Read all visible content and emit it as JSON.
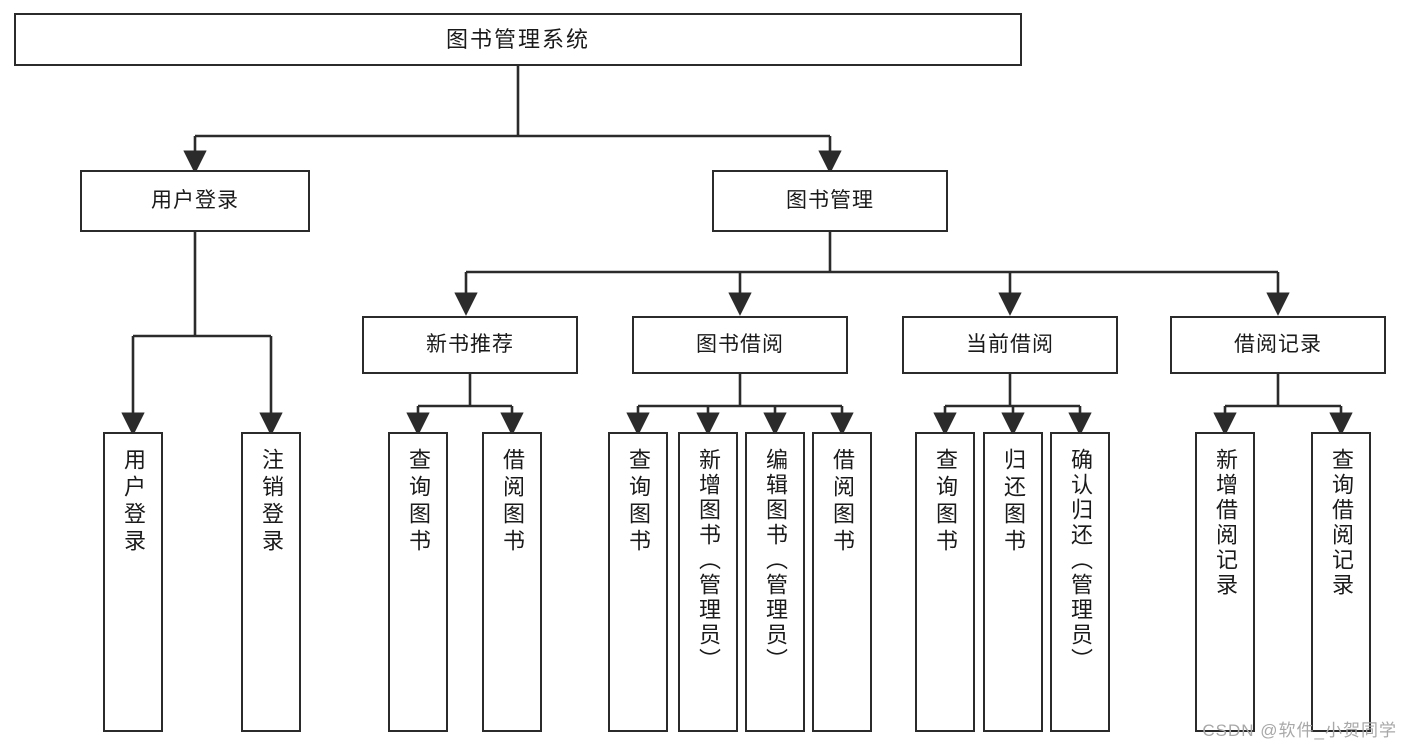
{
  "diagram": {
    "type": "tree",
    "title": "图书管理系统",
    "watermark": "CSDN @软件_小贺同学",
    "colors": {
      "stroke": "#2b2b2b",
      "fill": "#ffffff",
      "text": "#1a1a1a",
      "watermark": "#a8a8a8"
    },
    "levels": {
      "root": "图书管理系统",
      "level2": [
        "用户登录",
        "图书管理"
      ],
      "level3": [
        "新书推荐",
        "图书借阅",
        "当前借阅",
        "借阅记录"
      ]
    },
    "nodes": {
      "root": {
        "label": "图书管理系统"
      },
      "user_login": {
        "label": "用户登录"
      },
      "book_manage": {
        "label": "图书管理"
      },
      "new_book_rec": {
        "label": "新书推荐"
      },
      "book_borrow": {
        "label": "图书借阅"
      },
      "current_borrow": {
        "label": "当前借阅"
      },
      "borrow_record": {
        "label": "借阅记录"
      },
      "leaf_user_login": {
        "label": "用户登录"
      },
      "leaf_logout": {
        "label": "注销登录"
      },
      "leaf_query_book_1": {
        "label": "查询图书"
      },
      "leaf_borrow_book_1": {
        "label": "借阅图书"
      },
      "leaf_query_book_2": {
        "label": "查询图书"
      },
      "leaf_add_book_admin": {
        "label": "新增图书（管理员）"
      },
      "leaf_edit_book_admin": {
        "label": "编辑图书（管理员）"
      },
      "leaf_borrow_book_2": {
        "label": "借阅图书"
      },
      "leaf_query_book_3": {
        "label": "查询图书"
      },
      "leaf_return_book": {
        "label": "归还图书"
      },
      "leaf_confirm_return_admin": {
        "label": "确认归还（管理员）"
      },
      "leaf_add_record": {
        "label": "新增借阅记录"
      },
      "leaf_query_record": {
        "label": "查询借阅记录"
      }
    },
    "edges": [
      {
        "from": "root",
        "to": "user_login"
      },
      {
        "from": "root",
        "to": "book_manage"
      },
      {
        "from": "user_login",
        "to": "leaf_user_login"
      },
      {
        "from": "user_login",
        "to": "leaf_logout"
      },
      {
        "from": "book_manage",
        "to": "new_book_rec"
      },
      {
        "from": "book_manage",
        "to": "book_borrow"
      },
      {
        "from": "book_manage",
        "to": "current_borrow"
      },
      {
        "from": "book_manage",
        "to": "borrow_record"
      },
      {
        "from": "new_book_rec",
        "to": "leaf_query_book_1"
      },
      {
        "from": "new_book_rec",
        "to": "leaf_borrow_book_1"
      },
      {
        "from": "book_borrow",
        "to": "leaf_query_book_2"
      },
      {
        "from": "book_borrow",
        "to": "leaf_add_book_admin"
      },
      {
        "from": "book_borrow",
        "to": "leaf_edit_book_admin"
      },
      {
        "from": "book_borrow",
        "to": "leaf_borrow_book_2"
      },
      {
        "from": "current_borrow",
        "to": "leaf_query_book_3"
      },
      {
        "from": "current_borrow",
        "to": "leaf_return_book"
      },
      {
        "from": "current_borrow",
        "to": "leaf_confirm_return_admin"
      },
      {
        "from": "borrow_record",
        "to": "leaf_add_record"
      },
      {
        "from": "borrow_record",
        "to": "leaf_query_record"
      }
    ]
  }
}
